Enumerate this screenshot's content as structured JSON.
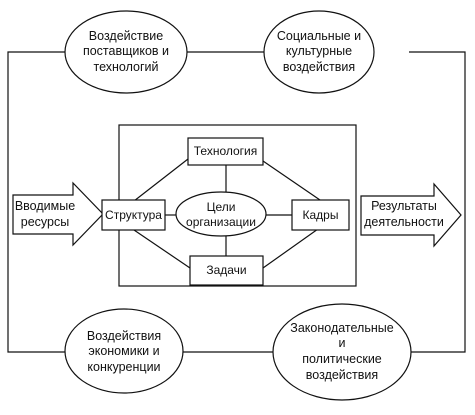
{
  "external_factors": {
    "suppliers": "Воздействие\nпоставщиков и\nтехнологий",
    "social": "Социальные и\nкультурные\nвоздействия",
    "economy": "Воздействия\nэкономики и\nконкуренции",
    "legal": "Законодательные\nи\nполитические\nвоздействия"
  },
  "flow": {
    "input": "Вводимые\nресурсы",
    "output": "Результаты\nдеятельности"
  },
  "organization": {
    "technology": "Технология",
    "structure": "Структура",
    "goals": "Цели\nорганизации",
    "staff": "Кадры",
    "tasks": "Задачи"
  }
}
